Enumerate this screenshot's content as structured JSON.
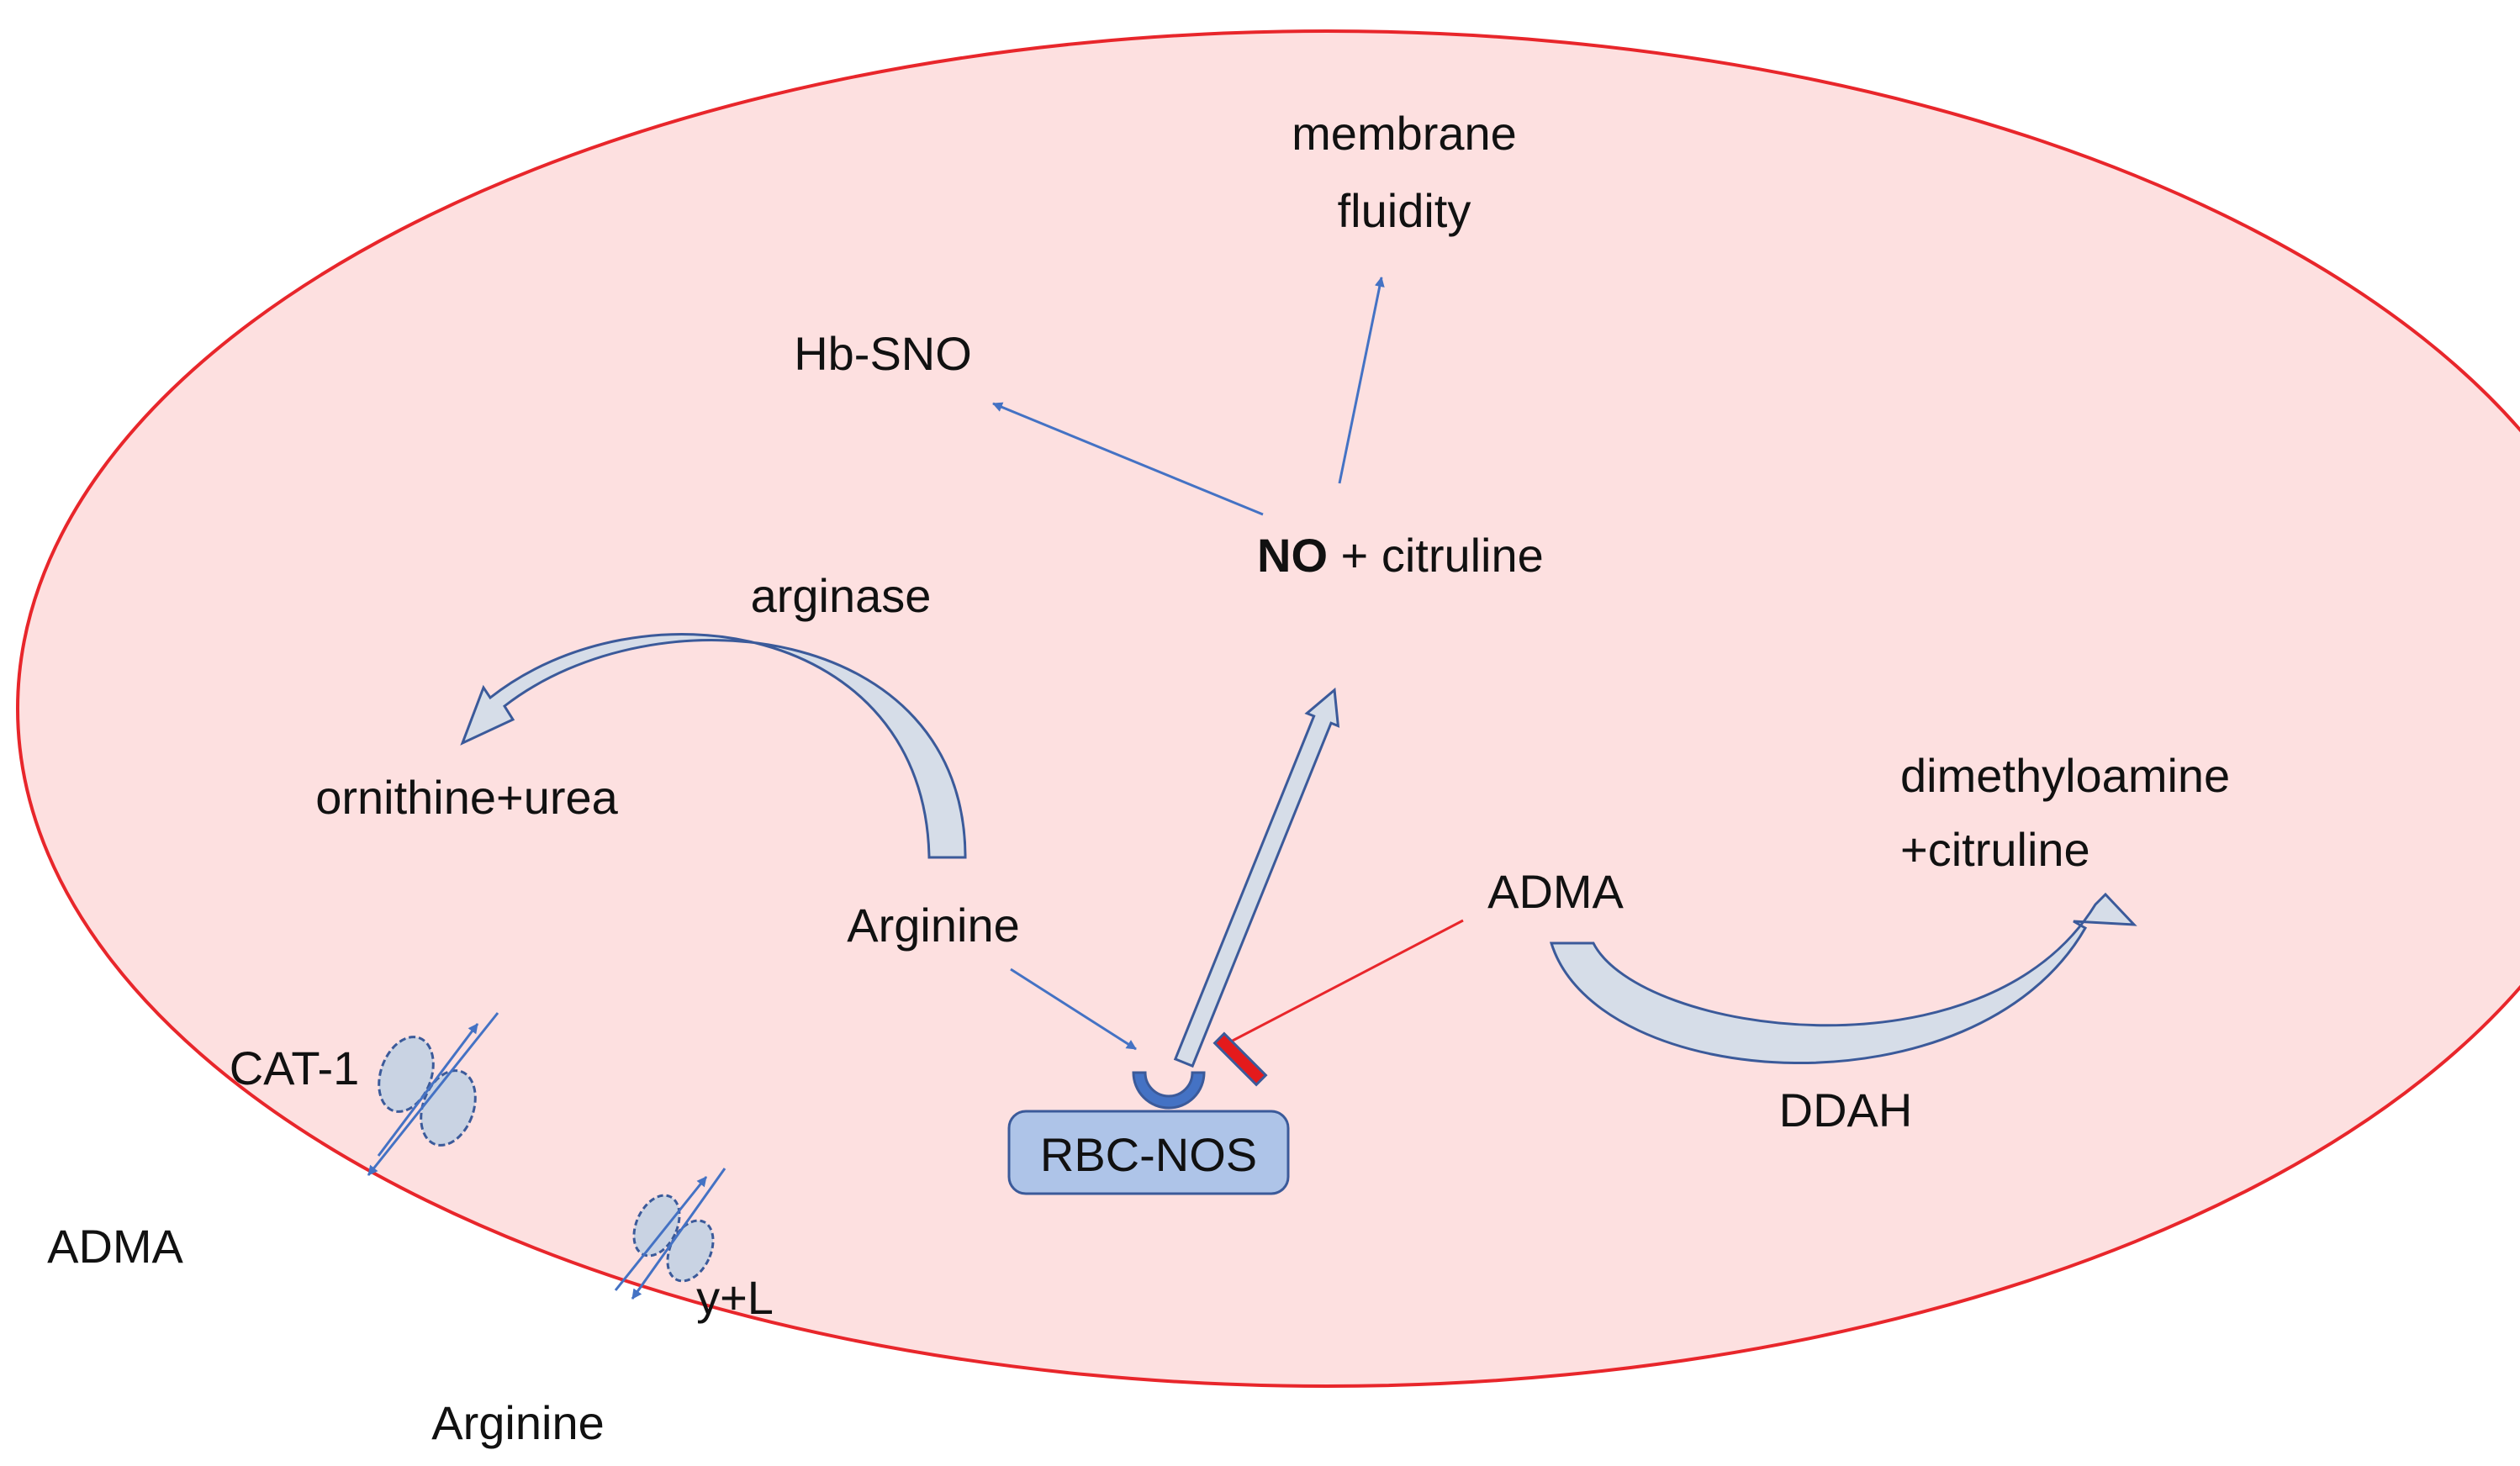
{
  "labels": {
    "membrane_line1": "membrane",
    "membrane_line2": "fluidity",
    "hb_sno": "Hb-SNO",
    "no_bold": "NO",
    "no_rest": " + citruline",
    "arginase": "arginase",
    "ornithine_urea": "ornithine+urea",
    "arginine_inside": "Arginine",
    "adma_inside": "ADMA",
    "dimethyl_line1": "dimethyloamine",
    "dimethyl_line2": "+citruline",
    "ddah": "DDAH",
    "rbc_nos": "RBC-NOS",
    "cat1": "CAT-1",
    "ylplus": "y+L",
    "adma_outside": "ADMA",
    "arginine_outside": "Arginine"
  },
  "colors": {
    "cell_fill": "#fde0e0",
    "cell_stroke": "#e8262b",
    "thin_arrow": "#4472c4",
    "block_arrow_fill": "#d6dde8",
    "block_arrow_stroke": "#3b5a9a",
    "inhibition_line": "#e8262b",
    "inhibition_bar": "#e41a1c",
    "nos_box_fill": "#aec4e8",
    "nos_box_stroke": "#3b5a9a",
    "receptor": "#4472c4",
    "transporter_fill": "#c9d3e3",
    "transporter_stroke": "#3b5a9a"
  }
}
